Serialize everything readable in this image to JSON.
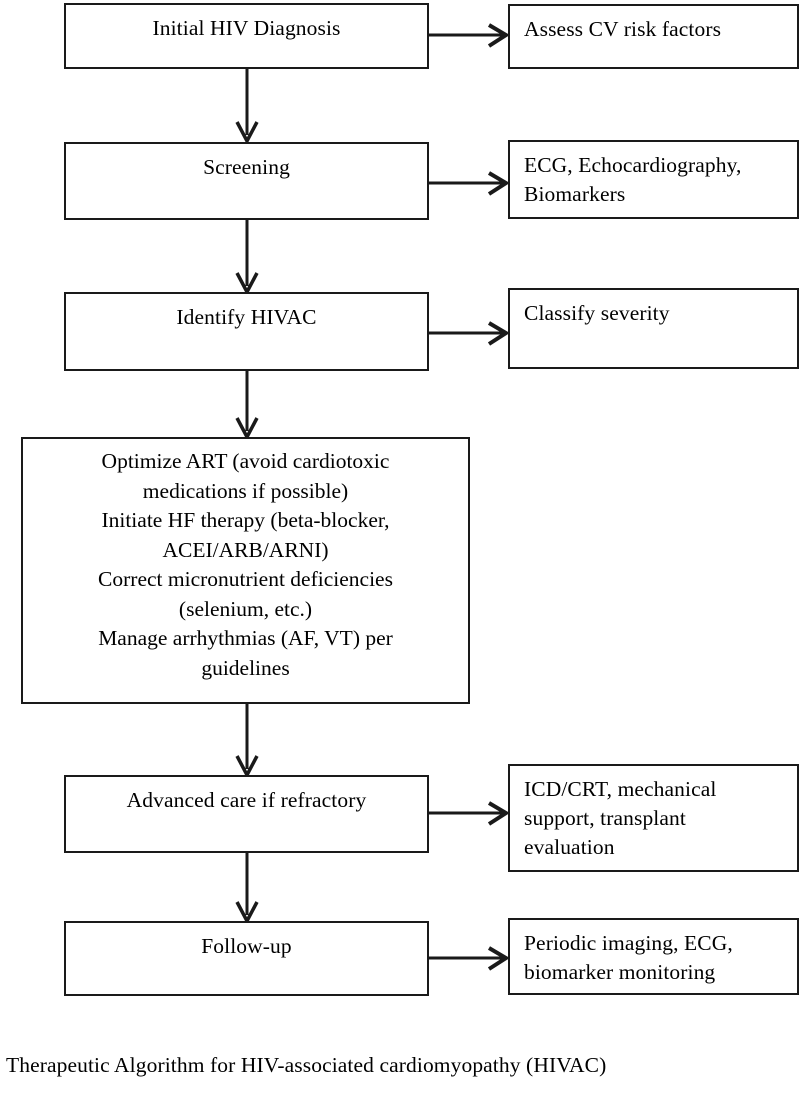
{
  "figure": {
    "caption": "Therapeutic Algorithm for HIV-associated cardiomyopathy (HIVAC)",
    "stroke_color": "#1a1a1a",
    "background_color": "#ffffff"
  },
  "flow": {
    "main_steps": [
      {
        "id": "initial-hiv-diagnosis",
        "label": "Initial  HIV Diagnosis"
      },
      {
        "id": "screening",
        "label": "Screening"
      },
      {
        "id": "identify-hivac",
        "label": "Identify HIVAC"
      },
      {
        "id": "treatment-measures",
        "label": "Optimize ART (avoid cardiotoxic\nmedications if possible)\nInitiate HF therapy (beta-blocker,\nACEI/ARB/ARNI)\nCorrect micronutrient deficiencies\n(selenium, etc.)\nManage arrhythmias (AF, VT) per\nguidelines"
      },
      {
        "id": "advanced-care",
        "label": "Advanced care if refractory"
      },
      {
        "id": "follow-up",
        "label": "Follow-up"
      }
    ],
    "side_steps": [
      {
        "id": "assess-cv-risk-factors",
        "label": "Assess CV risk factors"
      },
      {
        "id": "ecg-echo-biomarkers",
        "label": "ECG, Echocardiography,\nBiomarkers"
      },
      {
        "id": "classify-severity",
        "label": "Classify severity"
      },
      {
        "id": "icd-crt-support",
        "label": " ICD/CRT, mechanical\nsupport, transplant\nevaluation"
      },
      {
        "id": "periodic-monitoring",
        "label": "Periodic imaging, ECG,\nbiomarker monitoring"
      }
    ],
    "treatment_lines": [
      "Optimize ART (avoid cardiotoxic",
      "medications if possible)",
      "Initiate HF therapy (beta-blocker,",
      "ACEI/ARB/ARNI)",
      "Correct micronutrient deficiencies",
      "(selenium, etc.)",
      "Manage arrhythmias (AF, VT) per",
      "guidelines"
    ],
    "connections": [
      {
        "from": "initial-hiv-diagnosis",
        "to": "assess-cv-risk-factors",
        "direction": "horizontal"
      },
      {
        "from": "initial-hiv-diagnosis",
        "to": "screening",
        "direction": "vertical"
      },
      {
        "from": "screening",
        "to": "ecg-echo-biomarkers",
        "direction": "horizontal"
      },
      {
        "from": "screening",
        "to": "identify-hivac",
        "direction": "vertical"
      },
      {
        "from": "identify-hivac",
        "to": "classify-severity",
        "direction": "horizontal"
      },
      {
        "from": "identify-hivac",
        "to": "treatment-measures",
        "direction": "vertical"
      },
      {
        "from": "treatment-measures",
        "to": "advanced-care",
        "direction": "vertical"
      },
      {
        "from": "advanced-care",
        "to": "icd-crt-support",
        "direction": "horizontal"
      },
      {
        "from": "advanced-care",
        "to": "follow-up",
        "direction": "vertical"
      },
      {
        "from": "follow-up",
        "to": "periodic-monitoring",
        "direction": "horizontal"
      }
    ]
  }
}
